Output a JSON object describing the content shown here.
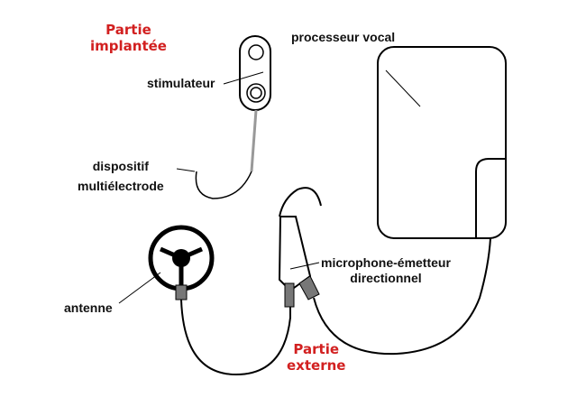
{
  "labels": {
    "partie_implantee": [
      "Partie",
      "implantée"
    ],
    "processeur": "processeur vocal",
    "stimulateur": "stimulateur",
    "dispositif": [
      "dispositif",
      "multiélectrode"
    ],
    "microphone": [
      "microphone-émetteur",
      "directionnel"
    ],
    "antenne": "antenne",
    "partie_externe": [
      "Partie",
      "externe"
    ]
  },
  "colors": {
    "red_label": "#d22020",
    "stroke": "#000000",
    "electrode": "#999999",
    "plug": "#777777"
  }
}
